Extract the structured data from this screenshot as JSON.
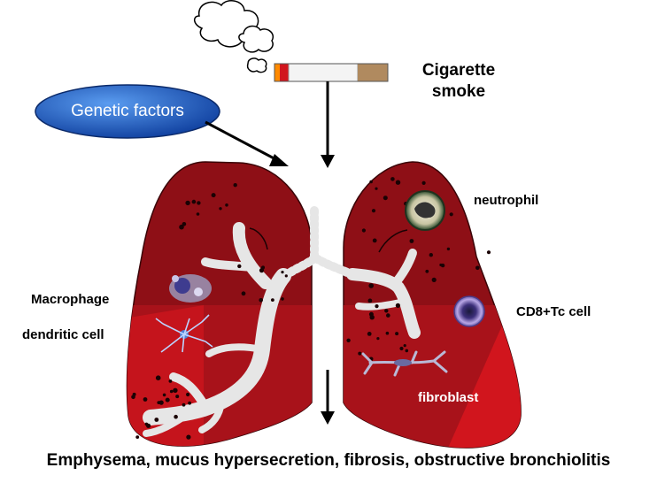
{
  "labels": {
    "cigarette_smoke_line1": "Cigarette",
    "cigarette_smoke_line2": "smoke",
    "genetic_factors": "Genetic factors",
    "neutrophil": "neutrophil",
    "macrophage": "Macrophage",
    "dendritic_cell": "dendritic cell",
    "cd8_tc_cell": "CD8+Tc cell",
    "fibroblast": "fibroblast",
    "outcome": "Emphysema, mucus hypersecretion, fibrosis, obstructive bronchiolitis"
  },
  "colors": {
    "lung_dark": "#8e0f16",
    "lung_mid": "#a8121a",
    "lung_light": "#d1151d",
    "airway": "#e6e6e6",
    "ellipse_fill": "#1f5fc8",
    "arrow": "#000000"
  }
}
